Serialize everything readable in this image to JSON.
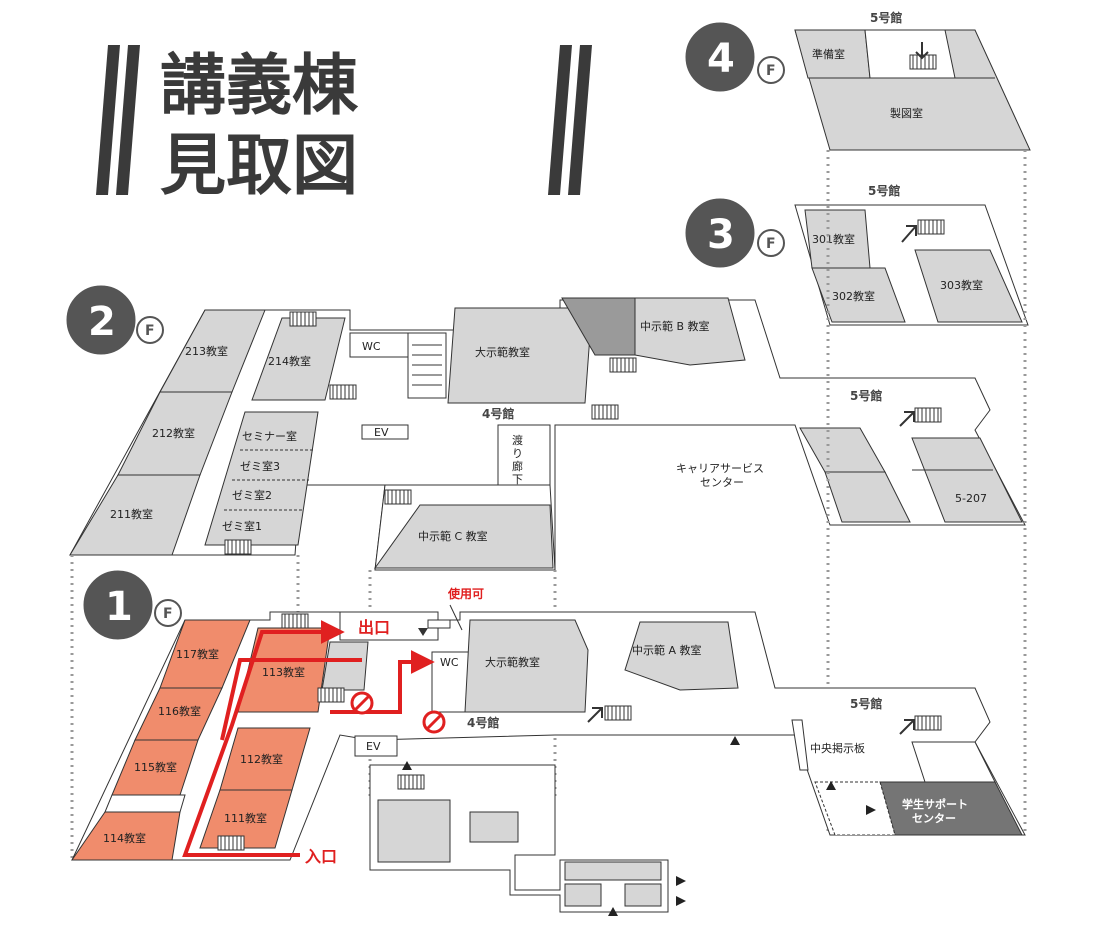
{
  "title": {
    "line1": "講義棟",
    "line2": "見取図"
  },
  "floors": {
    "f4": {
      "num": "4",
      "suffix": "F",
      "building": "5号館",
      "rooms": {
        "junbi": "準備室",
        "seizu": "製図室"
      }
    },
    "f3": {
      "num": "3",
      "suffix": "F",
      "building": "5号館",
      "rooms": {
        "r301": "301教室",
        "r302": "302教室",
        "r303": "303教室"
      }
    },
    "f2": {
      "num": "2",
      "suffix": "F",
      "rooms": {
        "r213": "213教室",
        "r214": "214教室",
        "wc": "WC",
        "daiji": "大示範教室",
        "chuB": "中示範 B 教室",
        "r212": "212教室",
        "seminar": "セミナー室",
        "zemi3": "ゼミ室3",
        "zemi2": "ゼミ室2",
        "zemi1": "ゼミ室1",
        "r211": "211教室",
        "ev": "EV",
        "bldg4": "4号館",
        "watari1": "渡",
        "watari2": "り",
        "watari3": "廊",
        "watari4": "下",
        "chuC": "中示範 C 教室",
        "career1": "キャリアサービス",
        "career2": "センター",
        "bldg5": "5号館",
        "r5207": "5-207"
      }
    },
    "f1": {
      "num": "1",
      "suffix": "F",
      "rooms": {
        "r117": "117教室",
        "r116": "116教室",
        "r115": "115教室",
        "r114": "114教室",
        "r113": "113教室",
        "r112": "112教室",
        "r111": "111教室",
        "exit": "出口",
        "entrance": "入口",
        "usable": "使用可",
        "wc": "WC",
        "daiji": "大示範教室",
        "chuA": "中示範 A 教室",
        "bldg4": "4号館",
        "ev": "EV",
        "bldg5": "5号館",
        "board": "中央掲示板",
        "student1": "学生サポート",
        "student2": "センター"
      }
    }
  },
  "colors": {
    "room_gray": "#d6d6d6",
    "room_red": "#f08c6c",
    "route_red": "#e02020",
    "support_dark": "#757575",
    "badge": "#555555",
    "outline": "#3a3a3a"
  }
}
